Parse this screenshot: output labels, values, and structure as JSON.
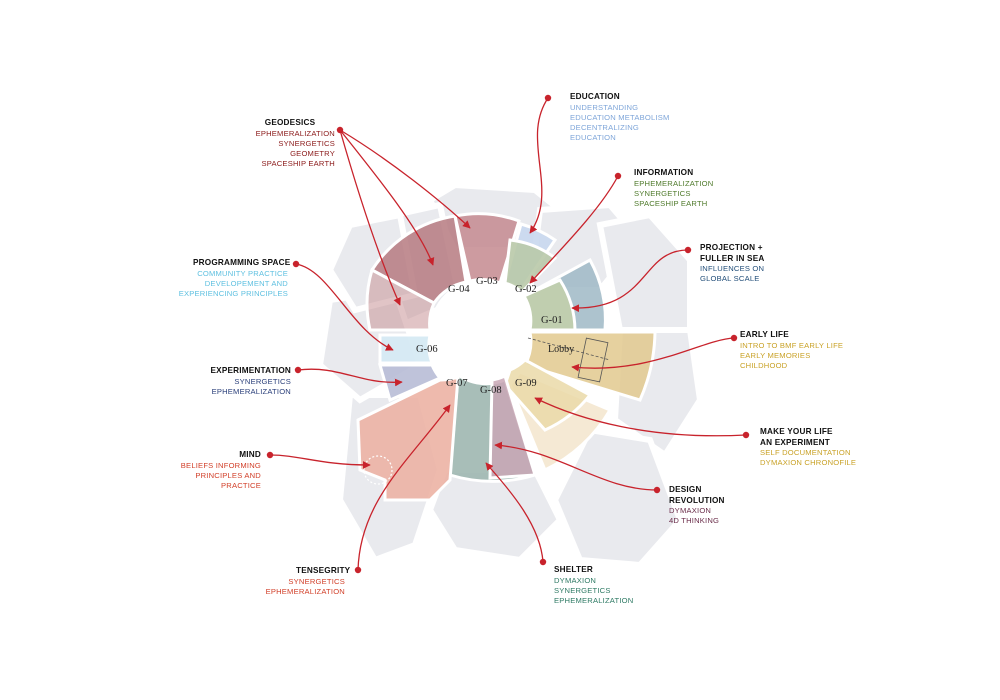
{
  "galleries": {
    "g01": "G-01",
    "g02": "G-02",
    "g03": "G-03",
    "g04": "G-04",
    "g05": "G-06",
    "g07": "G-07",
    "g08": "G-08",
    "g09": "G-09",
    "lobby": "Lobby"
  },
  "labels": {
    "geodesics": {
      "title": "GEODESICS",
      "items": [
        "EPHEMERALIZATION",
        "SYNERGETICS",
        "GEOMETRY",
        "SPACESHIP EARTH"
      ]
    },
    "education": {
      "title": "EDUCATION",
      "items": [
        "UNDERSTANDING",
        "EDUCATION METABOLISM",
        "DECENTRALIZING",
        "EDUCATION"
      ]
    },
    "information": {
      "title": "INFORMATION",
      "items": [
        "EPHEMERALIZATION",
        "SYNERGETICS",
        "SPACESHIP EARTH"
      ]
    },
    "projection": {
      "title1": "PROJECTION +",
      "title2": "FULLER IN SEA",
      "items": [
        "INFLUENCES ON",
        "GLOBAL SCALE"
      ]
    },
    "programming": {
      "title": "PROGRAMMING SPACE",
      "items": [
        "COMMUNITY PRACTICE",
        "DEVELOPEMENT AND",
        "EXPERIENCING PRINCIPLES"
      ]
    },
    "earlylife": {
      "title": "EARLY LIFE",
      "items": [
        "INTRO TO BMF EARLY LIFE",
        "EARLY MEMORIES",
        "CHILDHOOD"
      ]
    },
    "experimentation": {
      "title": "EXPERIMENTATION",
      "items": [
        "SYNERGETICS",
        "EPHEMERALIZATION"
      ]
    },
    "makeyourlife": {
      "title1": "MAKE YOUR LIFE",
      "title2": "AN EXPERIMENT",
      "items": [
        "SELF DOCUMENTATION",
        "DYMAXION CHRONOFILE"
      ]
    },
    "mind": {
      "title": "MIND",
      "items": [
        "BELIEFS INFORMING",
        "PRINCIPLES AND",
        "PRACTICE"
      ]
    },
    "design": {
      "title1": "DESIGN",
      "title2": "REVOLUTION",
      "items": [
        "DYMAXION",
        "4D THINKING"
      ]
    },
    "tensegrity": {
      "title": "TENSEGRITY",
      "items": [
        "SYNERGETICS",
        "EPHEMERALIZATION"
      ]
    },
    "shelter": {
      "title": "SHELTER",
      "items": [
        "DYMAXION",
        "SYNERGETICS",
        "EPHEMERALIZATION"
      ]
    }
  },
  "colors": {
    "arrow": "#c8232c",
    "geodesics": "#8b1a1a",
    "education": "#7fa6d9",
    "information": "#4f7a2b",
    "projection": "#234f7a",
    "programming": "#5fc0e0",
    "earlylife": "#c9a227",
    "experimentation": "#2a3f7a",
    "makeyourlife": "#c9a227",
    "mind": "#d2402a",
    "design": "#6b2d4a",
    "tensegrity": "#d2402a",
    "shelter": "#2e7a64"
  }
}
